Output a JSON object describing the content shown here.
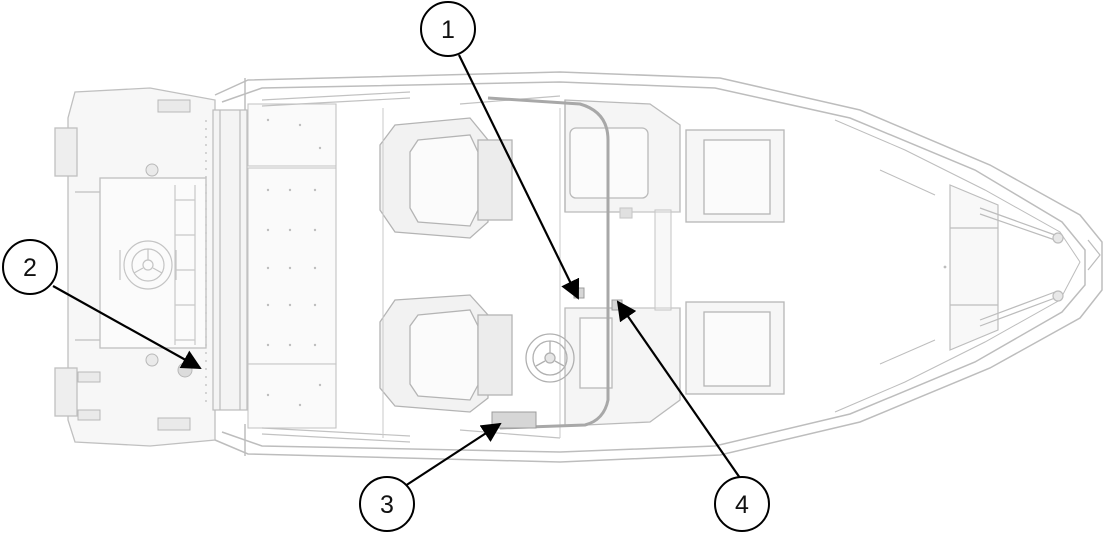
{
  "callouts": [
    {
      "id": "1",
      "label": "1"
    },
    {
      "id": "2",
      "label": "2"
    },
    {
      "id": "3",
      "label": "3"
    },
    {
      "id": "4",
      "label": "4"
    }
  ],
  "colors": {
    "hull_line": "#bdbdbd",
    "detail_line": "#c4c4c4",
    "fill_light": "#f6f6f6",
    "highlight_pipe": "#9a9a9a",
    "leader": "#000000"
  },
  "icons": [
    "boat-hull",
    "seat",
    "steering-wheel",
    "cleat",
    "rod-holder",
    "fuel-line"
  ]
}
